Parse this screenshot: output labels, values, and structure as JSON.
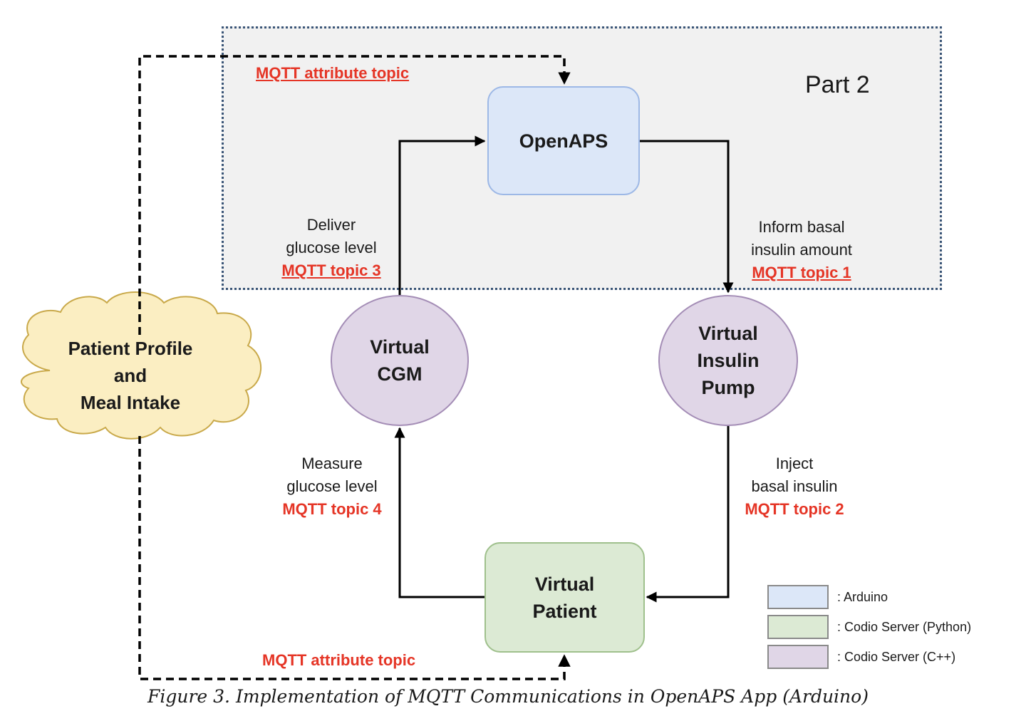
{
  "region": {
    "label": "Part 2"
  },
  "nodes": {
    "openaps": "OpenAPS",
    "virtual_cgm": [
      "Virtual",
      "CGM"
    ],
    "virtual_pump": [
      "Virtual",
      "Insulin",
      "Pump"
    ],
    "virtual_patient": [
      "Virtual",
      "Patient"
    ],
    "cloud": [
      "Patient Profile",
      "and",
      "Meal Intake"
    ]
  },
  "edges": {
    "deliver": {
      "lines": [
        "Deliver",
        "glucose level"
      ],
      "topic": "MQTT topic 3"
    },
    "inform": {
      "lines": [
        "Inform basal",
        "insulin amount"
      ],
      "topic": "MQTT topic 1"
    },
    "measure": {
      "lines": [
        "Measure",
        "glucose level"
      ],
      "topic": "MQTT topic 4"
    },
    "inject": {
      "lines": [
        "Inject",
        "basal insulin"
      ],
      "topic": "MQTT topic 2"
    },
    "attribute_top": "MQTT attribute topic",
    "attribute_bottom": "MQTT attribute topic"
  },
  "legend": [
    {
      "color": "#dce7f8",
      "label": ": Arduino"
    },
    {
      "color": "#dcead4",
      "label": ": Codio Server (Python)"
    },
    {
      "color": "#e0d6e7",
      "label": ": Codio Server (C++)"
    }
  ],
  "colors": {
    "topic": "#e53526",
    "region_border": "#3a5577"
  },
  "caption": "Figure 3. Implementation of MQTT Communications in OpenAPS App (Arduino)"
}
